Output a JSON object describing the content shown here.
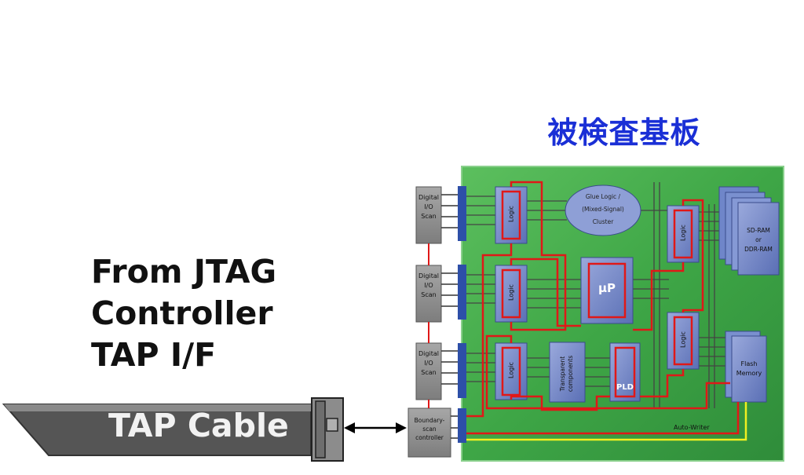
{
  "board_title": "被検査基板",
  "source_label": {
    "line1": "From JTAG",
    "line2": "Controller",
    "line3": "TAP I/F"
  },
  "cable_label": "TAP Cable",
  "scan_blocks": [
    {
      "line1": "Digital",
      "line2": "I/O",
      "line3": "Scan"
    },
    {
      "line1": "Digital",
      "line2": "I/O",
      "line3": "Scan"
    },
    {
      "line1": "Digital",
      "line2": "I/O",
      "line3": "Scan"
    }
  ],
  "controller": {
    "line1": "Boundary-",
    "line2": "scan",
    "line3": "controller"
  },
  "logic_label": "Logic",
  "glue": {
    "line1": "Glue Logic /",
    "line2": "(Mixed-Signal)",
    "line3": "Cluster"
  },
  "up_label": "μP",
  "transparent": {
    "line1": "Transparent",
    "line2": "components"
  },
  "pld_label": "PLD",
  "ram": {
    "line1": "SD-RAM",
    "line2": "or",
    "line3": "DDR-RAM"
  },
  "flash": {
    "line1": "Flash",
    "line2": "Memory"
  },
  "auto_writer": "Auto-Writer",
  "colors": {
    "board_title": "#1a2fd6",
    "board_green": "#3fa84a",
    "chip_blue": "#6f86c9",
    "scan_path": "#e01818",
    "writer_path": "#f0f020",
    "cable_gray": "#5a5a5a"
  }
}
